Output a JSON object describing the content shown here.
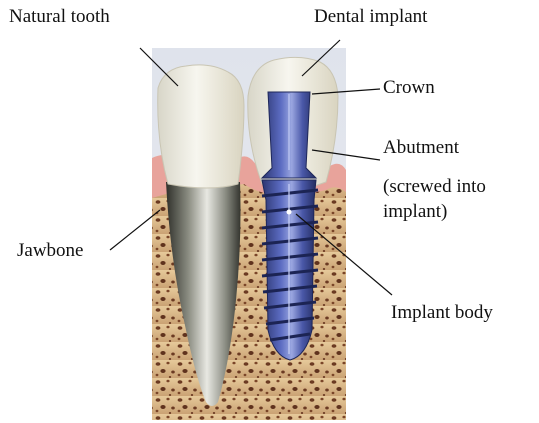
{
  "labels": {
    "natural_tooth": "Natural tooth",
    "dental_implant": "Dental implant",
    "crown": "Crown",
    "abutment": "Abutment",
    "abutment_note_1": "(screwed into",
    "abutment_note_2": "implant)",
    "jawbone": "Jawbone",
    "implant_body": "Implant body"
  },
  "colors": {
    "gum": "#e8a39b",
    "bone": "#d9b98a",
    "bone_pore": "#6b3a22",
    "enamel": "#f1efe7",
    "root_canal": "#3e4038",
    "implant_metal": "#3f4f9c",
    "leader_line": "#111111"
  }
}
